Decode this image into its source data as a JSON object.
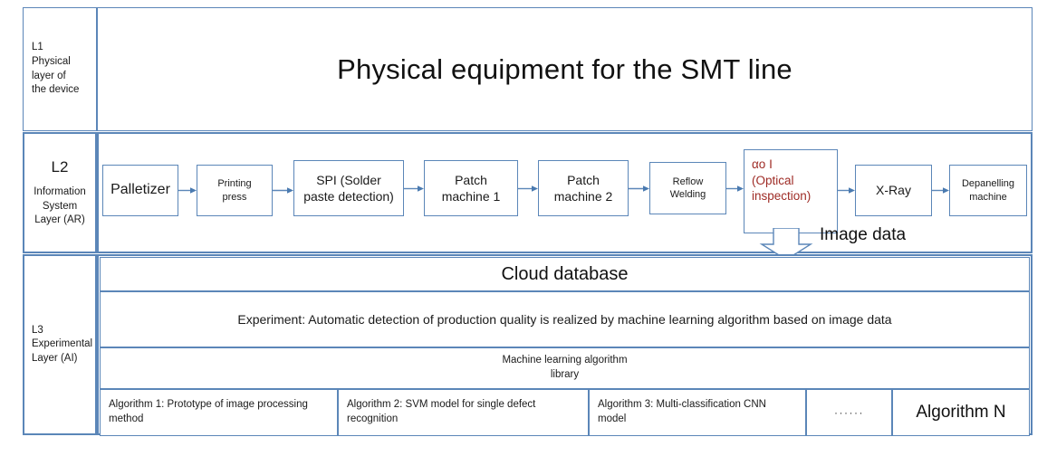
{
  "layers": [
    {
      "code": "L1",
      "description": "Physical\nlayer of\nthe device",
      "line1": "L1",
      "line2": "Physical",
      "line3": "layer of",
      "line4": "the device",
      "title": "Physical equipment for the SMT line"
    },
    {
      "code": "L2",
      "line1": "Information",
      "line2": "System",
      "line3": "Layer (AR)"
    },
    {
      "code": "L3",
      "line1": "L3",
      "line2": "Experimental",
      "line3": "Layer (AI)"
    }
  ],
  "l1": {
    "label_lines": [
      "L1",
      "Physical",
      "layer of",
      "the device"
    ],
    "title": "Physical equipment for the SMT line"
  },
  "l2": {
    "label_code": "L2",
    "label_lines": [
      "Information",
      "System",
      "Layer (AR)"
    ],
    "process_steps": [
      {
        "id": "palletizer",
        "label": "Palletizer",
        "size": "t-lg"
      },
      {
        "id": "printing-press",
        "label": "Printing\npress",
        "size": "t-sm"
      },
      {
        "id": "spi",
        "label": "SPI (Solder\npaste detection)",
        "size": "t-md"
      },
      {
        "id": "patch-machine-1",
        "label": "Patch\nmachine 1",
        "size": "t-md"
      },
      {
        "id": "patch-machine-2",
        "label": "Patch\nmachine 2",
        "size": "t-md"
      },
      {
        "id": "reflow-welding",
        "label": "Reflow\nWelding",
        "size": "t-sm"
      },
      {
        "id": "aoi",
        "label": "αo I\n(Optical\ninspection)",
        "size": "aoi"
      },
      {
        "id": "x-ray",
        "label": "X-Ray",
        "size": "t-md"
      },
      {
        "id": "depanelling-machine",
        "label": "Depanelling\nmachine",
        "size": "t-sm"
      }
    ],
    "image_data_label": "Image data"
  },
  "l3": {
    "label_lines": [
      "L3",
      "Experimental",
      "Layer (AI)"
    ],
    "cloud_database": "Cloud database",
    "experiment": "Experiment: Automatic detection of production quality is realized by machine learning algorithm based on image data",
    "library_label": "Machine learning algorithm\nlibrary",
    "algorithms": [
      {
        "id": "algorithm-1",
        "label": "Algorithm 1: Prototype of image processing method",
        "style": "small"
      },
      {
        "id": "algorithm-2",
        "label": "Algorithm 2: SVM model for single defect recognition",
        "style": "small"
      },
      {
        "id": "algorithm-3",
        "label": "Algorithm 3: Multi-classification CNN model",
        "style": "small"
      },
      {
        "id": "algorithm-ellipsis",
        "label": "······",
        "style": "dots"
      },
      {
        "id": "algorithm-n",
        "label": "Algorithm N",
        "style": "big"
      }
    ]
  },
  "colors": {
    "border": "#5B86B8",
    "aoi_text": "#9E2B25",
    "text": "#1a1a1a",
    "background": "#ffffff"
  }
}
